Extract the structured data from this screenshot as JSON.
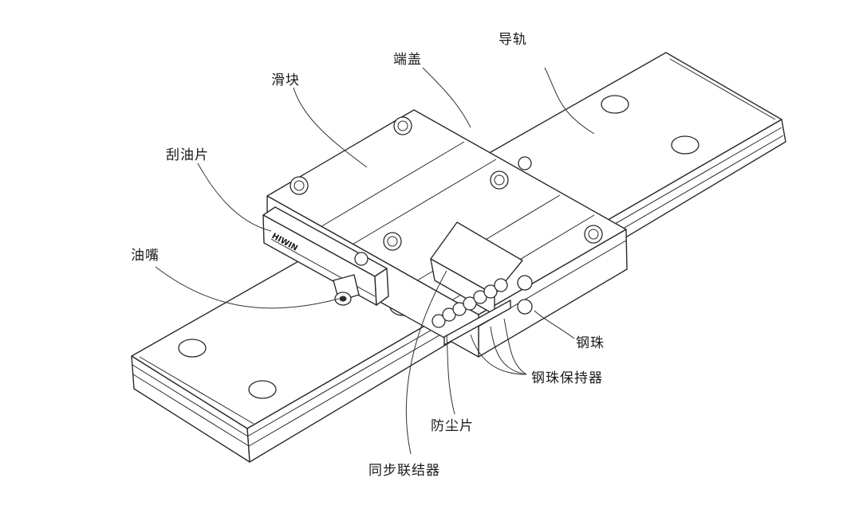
{
  "labels": {
    "rail": "导轨",
    "end_cap": "端盖",
    "block": "滑块",
    "scraper": "刮油片",
    "grease_nipple": "油嘴",
    "balls": "钢珠",
    "ball_retainer": "钢珠保持器",
    "dust_strip": "防尘片",
    "sync_link": "同步联结器"
  },
  "brand": "HIWIN",
  "colors": {
    "line": "#2a2a2a",
    "text": "#1a1a1a",
    "background": "#ffffff"
  }
}
